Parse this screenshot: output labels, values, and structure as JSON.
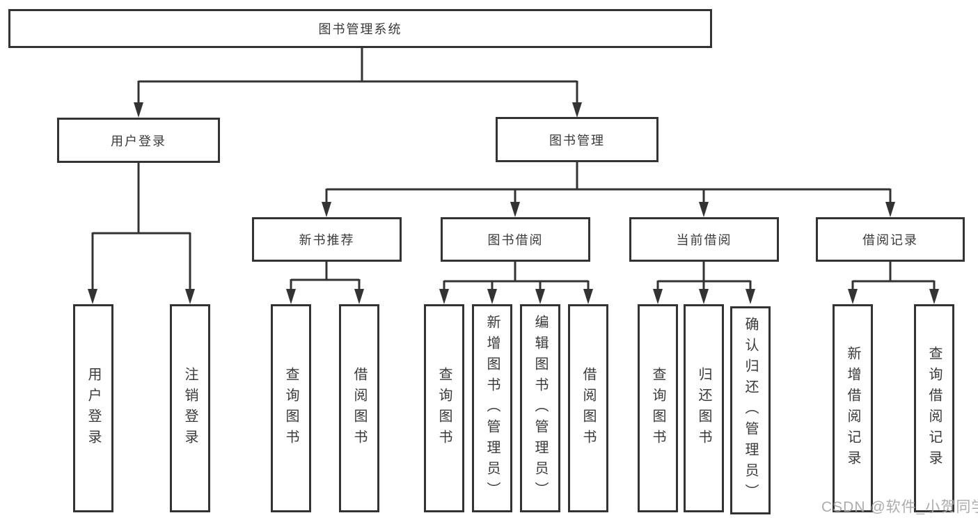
{
  "diagram": {
    "root": {
      "label": "图书管理系统"
    },
    "level2": {
      "user_login": {
        "label": "用户登录"
      },
      "book_mgmt": {
        "label": "图书管理"
      }
    },
    "level3": {
      "new_books": {
        "label": "新书推荐"
      },
      "book_borrow": {
        "label": "图书借阅"
      },
      "current_borrow": {
        "label": "当前借阅"
      },
      "borrow_records": {
        "label": "借阅记录"
      }
    },
    "leaves": {
      "user_login_1": "用户登录",
      "user_login_2": "注销登录",
      "new_books_1": "查询图书",
      "new_books_2": "借阅图书",
      "borrow_1": "查询图书",
      "borrow_2": "新增图书（管理员）",
      "borrow_3": "编辑图书（管理员）",
      "borrow_4": "借阅图书",
      "current_1": "查询图书",
      "current_2": "归还图书",
      "current_3": "确认归还（管理员）",
      "records_1": "新增借阅记录",
      "records_2": "查询借阅记录"
    },
    "colors": {
      "line": "#333333",
      "text": "#3a3a3a",
      "watermark_text_color": "#a8a8a8"
    },
    "watermark": "CSDN @软件_小贺同学"
  }
}
